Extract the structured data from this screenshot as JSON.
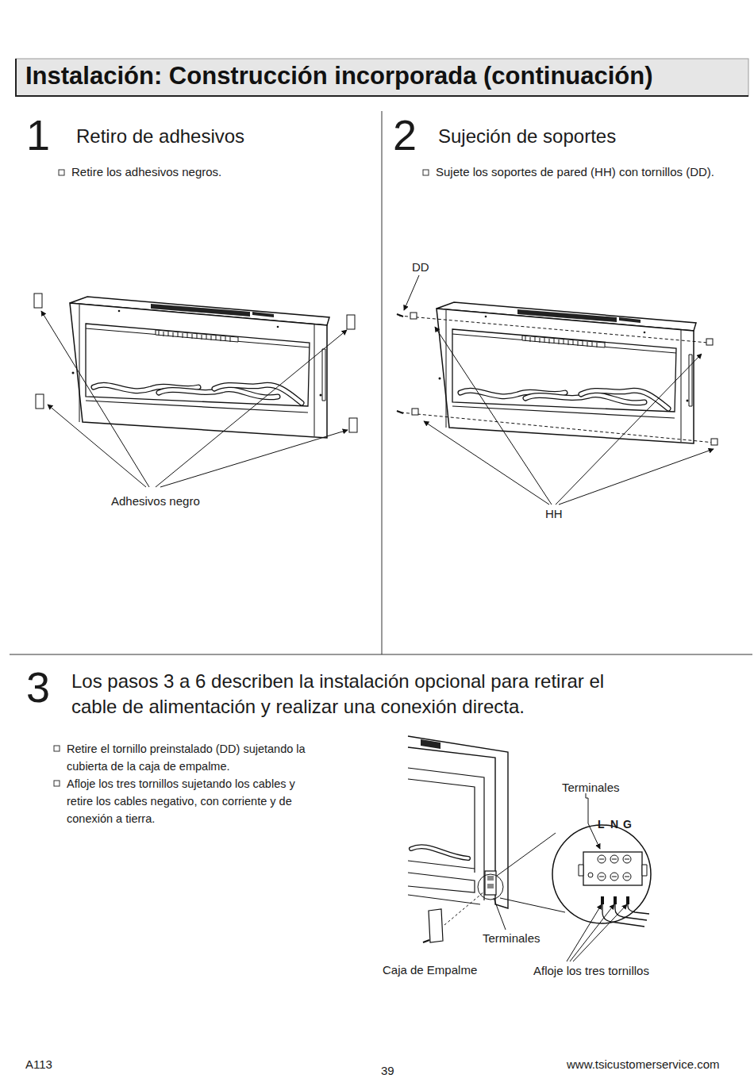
{
  "diagram": {
    "title": "Instalación: Construcción incorporada (continuación)",
    "labels": [
      "1",
      "Retiro de adhesivos",
      "Retire los adhesivos negros.",
      "2",
      "Sujeción de soportes",
      "Sujete los soportes de pared (HH) con tornillos (DD).",
      "Adhesivos negro",
      "DD",
      "HH",
      "3",
      "Los pasos 3 a 6 describen la instalación opcional para retirar el cable de alimentación y realizar una conexión directa.",
      "Retire el tornillo preinstalado (DD) sujetando la cubierta de la caja de empalme.",
      "Afloje los tres tornillos sujetando los cables y retire los cables negativo, con corriente y de conexión a tierra.",
      "Terminales",
      "L",
      "N",
      "G",
      "Terminales",
      "Caja de Empalme",
      "Afloje los tres tornillos",
      "A113",
      "39",
      "www.tsicustomerservice.com"
    ]
  }
}
